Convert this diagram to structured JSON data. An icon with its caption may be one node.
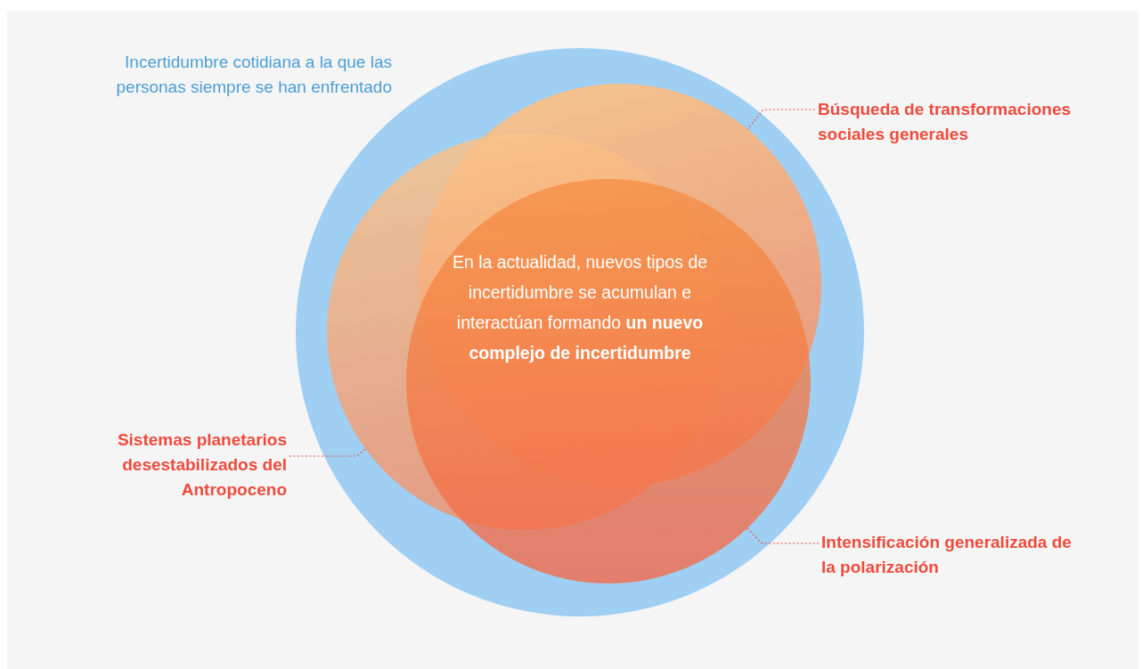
{
  "diagram": {
    "nodes": [
      {
        "text": [
          "Incertidumbre cotidiana a la que las personas siempre se han enfrentado"
        ]
      },
      {
        "text": [],
        "shape": "circle",
        "in": 0
      },
      {
        "text": [],
        "shape": "circle",
        "in": 0
      },
      {
        "text": [],
        "shape": "circle",
        "in": 0
      },
      {
        "text": [
          "Búsqueda de transformaciones sociales generales"
        ]
      },
      {
        "text": [
          "Sistemas planetarios desestabilizados del Antropoceno"
        ]
      },
      {
        "text": [
          "Intensificación generalizada de la polarización"
        ]
      }
    ],
    "edges": [
      {
        "from": 4,
        "to": 1,
        "arrow": "none",
        "style": "dashed"
      },
      {
        "from": 5,
        "to": 2,
        "arrow": "none",
        "style": "dashed"
      },
      {
        "from": 6,
        "to": 3,
        "arrow": "none",
        "style": "dashed"
      }
    ],
    "labels": [
      "En la actualidad, nuevos tipos de incertidumbre se acumulan e interactúan formando **un nuevo complejo de incertidumbre**"
    ]
  }
}
